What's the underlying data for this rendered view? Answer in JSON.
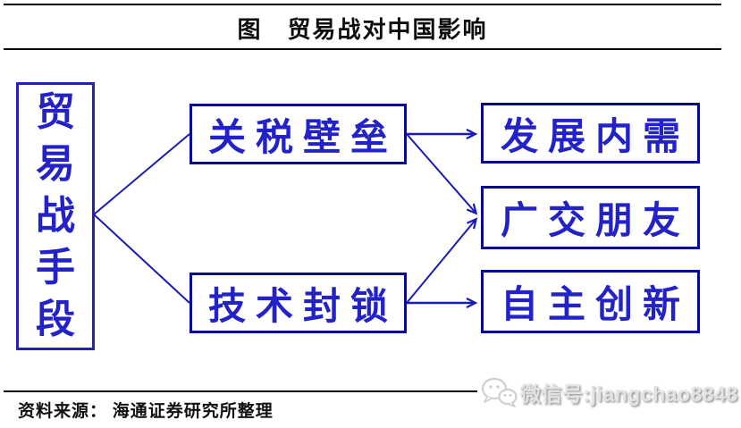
{
  "title": "图　贸易战对中国影响",
  "diagram": {
    "nodes": [
      {
        "id": "trade-war-means",
        "label": "贸易战手段"
      },
      {
        "id": "tariff-barriers",
        "label": "关税壁垒"
      },
      {
        "id": "tech-blockade",
        "label": "技术封锁"
      },
      {
        "id": "develop-domestic-demand",
        "label": "发展内需"
      },
      {
        "id": "make-friends-widely",
        "label": "广交朋友"
      },
      {
        "id": "independent-innovation",
        "label": "自主创新"
      }
    ],
    "edges": [
      {
        "from": "trade-war-means",
        "to": "tariff-barriers"
      },
      {
        "from": "trade-war-means",
        "to": "tech-blockade"
      },
      {
        "from": "tariff-barriers",
        "to": "develop-domestic-demand"
      },
      {
        "from": "tariff-barriers",
        "to": "make-friends-widely"
      },
      {
        "from": "tech-blockade",
        "to": "make-friends-widely"
      },
      {
        "from": "tech-blockade",
        "to": "independent-innovation"
      }
    ]
  },
  "footer": {
    "source_label": "资料来源： 海通证券研究所整理"
  },
  "watermark": {
    "icon": "wechat-icon",
    "text": "微信号:jiangchao8848"
  },
  "colors": {
    "node_text": "#2222c8",
    "left_node_border": "#2222b8",
    "node_border": "#0a0a8c",
    "arrow": "#1a1ab4",
    "rule": "#000000",
    "watermark_gray": "#e3e3e3"
  }
}
